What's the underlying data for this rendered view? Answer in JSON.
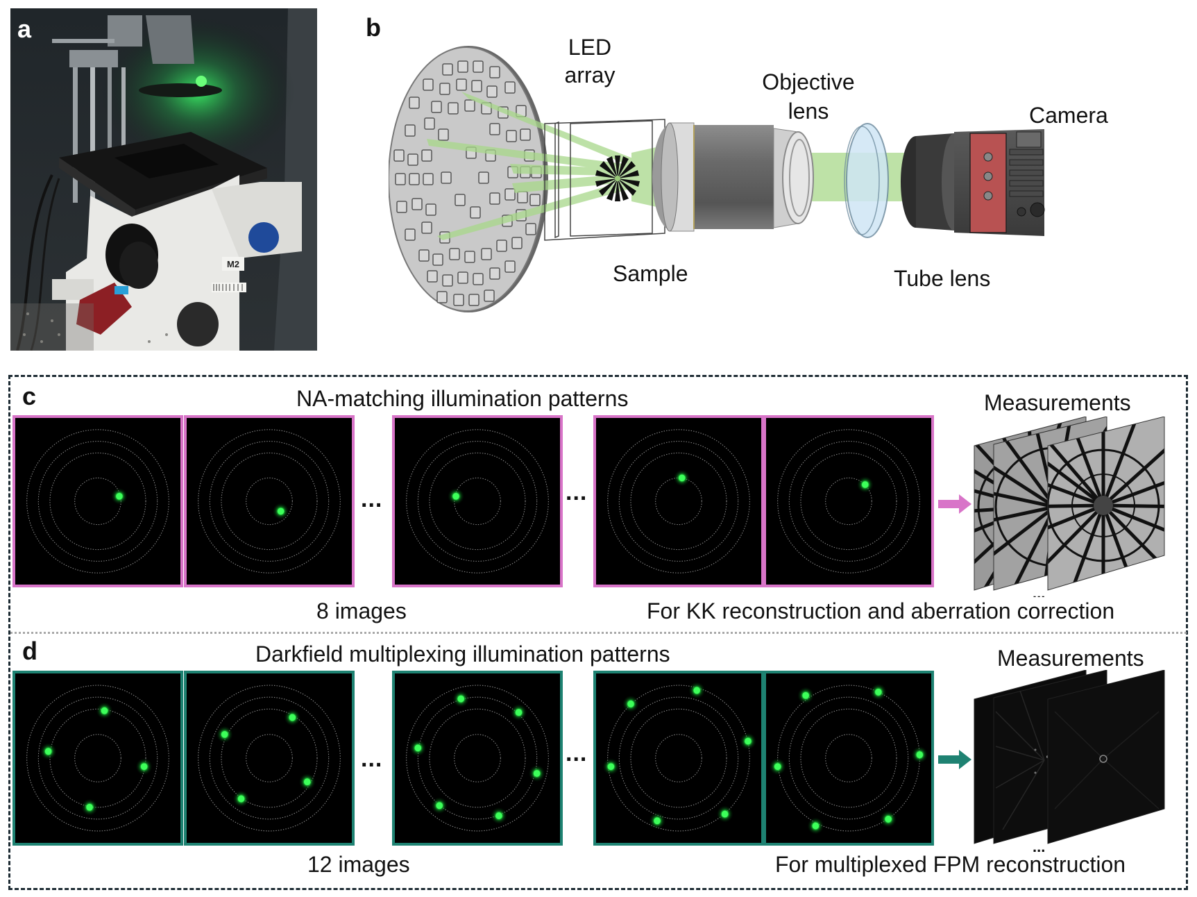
{
  "colors": {
    "pink_border": "#d874c8",
    "teal_border": "#1e8272",
    "led_green": "#3dff5a",
    "beam_green": "#a8d88a",
    "ring_gray": "#8a8a8a",
    "camera_red": "#b85252"
  },
  "panel_a": {
    "letter": "a",
    "photo_label": "M2",
    "description": "Photo of inverted microscope with LED array illuminator (green) above the sample stage and camera"
  },
  "panel_b": {
    "letter": "b",
    "labels": {
      "led_line1": "LED",
      "led_line2": "array",
      "objective_line1": "Objective",
      "objective_line2": "lens",
      "camera": "Camera",
      "sample": "Sample",
      "tube_lens": "Tube lens"
    }
  },
  "panel_c": {
    "letter": "c",
    "title": "NA-matching illumination patterns",
    "count_label": "8 images",
    "purpose_label": "For KK reconstruction and aberration correction",
    "measurements_label": "Measurements",
    "ellipsis": "...",
    "tiles": [
      {
        "leds": [
          [
            0.63,
            0.47
          ]
        ]
      },
      {
        "leds": [
          [
            0.57,
            0.56
          ]
        ]
      },
      {
        "leds": [
          [
            0.37,
            0.47
          ]
        ]
      },
      {
        "leds": [
          [
            0.52,
            0.36
          ]
        ]
      },
      {
        "leds": [
          [
            0.6,
            0.4
          ]
        ]
      }
    ]
  },
  "panel_d": {
    "letter": "d",
    "title": "Darkfield multiplexing illumination patterns",
    "count_label": "12 images",
    "purpose_label": "For multiplexed FPM reconstruction",
    "measurements_label": "Measurements",
    "ellipsis": "...",
    "tiles": [
      {
        "leds": [
          [
            0.54,
            0.22
          ],
          [
            0.2,
            0.46
          ],
          [
            0.78,
            0.55
          ],
          [
            0.45,
            0.79
          ]
        ]
      },
      {
        "leds": [
          [
            0.23,
            0.36
          ],
          [
            0.64,
            0.26
          ],
          [
            0.73,
            0.64
          ],
          [
            0.33,
            0.74
          ]
        ]
      },
      {
        "leds": [
          [
            0.4,
            0.15
          ],
          [
            0.75,
            0.23
          ],
          [
            0.14,
            0.44
          ],
          [
            0.86,
            0.59
          ],
          [
            0.27,
            0.78
          ],
          [
            0.63,
            0.84
          ]
        ]
      },
      {
        "leds": [
          [
            0.21,
            0.18
          ],
          [
            0.61,
            0.1
          ],
          [
            0.92,
            0.4
          ],
          [
            0.09,
            0.55
          ],
          [
            0.37,
            0.87
          ],
          [
            0.78,
            0.83
          ]
        ]
      },
      {
        "leds": [
          [
            0.24,
            0.13
          ],
          [
            0.68,
            0.11
          ],
          [
            0.93,
            0.48
          ],
          [
            0.07,
            0.55
          ],
          [
            0.3,
            0.9
          ],
          [
            0.74,
            0.86
          ]
        ]
      }
    ]
  }
}
